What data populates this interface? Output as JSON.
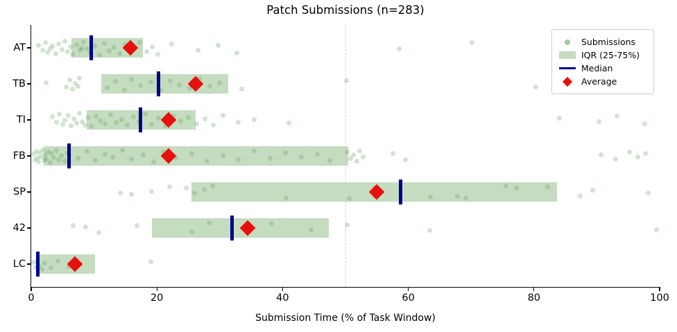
{
  "chart_data": {
    "type": "scatter",
    "subtype": "strip-plot-with-iqr",
    "title": "Patch Submissions (n=283)",
    "n": 283,
    "xlabel": "Submission Time (% of Task Window)",
    "ylabel": "",
    "xlim": [
      0,
      100
    ],
    "xticks": [
      0,
      20,
      40,
      60,
      80,
      100
    ],
    "grid": false,
    "reference_line_x": 50,
    "legend_position": "upper right",
    "categories": [
      "AT",
      "TB",
      "TI",
      "FB",
      "SP",
      "42",
      "LC"
    ],
    "legend": [
      {
        "label": "Submissions",
        "marker": "dot"
      },
      {
        "label": "IQR (25-75%)",
        "marker": "box"
      },
      {
        "label": "Median",
        "marker": "line"
      },
      {
        "label": "Average",
        "marker": "diamond"
      }
    ],
    "colors": {
      "submissions_dot": "#579e52",
      "iqr_fill": "#c5dcc0",
      "median": "#00008b",
      "average": "#e8100e",
      "reference_line": "#d2d2d2",
      "axis": "#000000",
      "background": "#ffffff"
    },
    "groups": [
      {
        "label": "AT",
        "iqr": [
          6.4,
          17.8
        ],
        "median": 9.5,
        "average": 15.8,
        "points": [
          [
            1.2,
            -4
          ],
          [
            1.8,
            3
          ],
          [
            2.3,
            -8
          ],
          [
            2.6,
            6
          ],
          [
            3.0,
            1
          ],
          [
            3.4,
            -3
          ],
          [
            3.9,
            8
          ],
          [
            4.4,
            -6
          ],
          [
            4.9,
            2
          ],
          [
            5.3,
            -10
          ],
          [
            5.8,
            5
          ],
          [
            6.2,
            -2
          ],
          [
            6.6,
            9
          ],
          [
            7.2,
            -5
          ],
          [
            7.8,
            3
          ],
          [
            8.0,
            0
          ],
          [
            8.3,
            -9
          ],
          [
            8.9,
            1
          ],
          [
            9.4,
            7
          ],
          [
            10.1,
            -3
          ],
          [
            10.9,
            10
          ],
          [
            11.6,
            -7
          ],
          [
            12.4,
            4
          ],
          [
            13.2,
            -1
          ],
          [
            14.1,
            8
          ],
          [
            15.0,
            -5
          ],
          [
            16.2,
            2
          ],
          [
            17.3,
            -8
          ],
          [
            18.4,
            5
          ],
          [
            19.3,
            -2
          ],
          [
            20.1,
            9
          ],
          [
            22.4,
            -6
          ],
          [
            26.5,
            3
          ],
          [
            29.8,
            -4
          ],
          [
            32.7,
            7
          ],
          [
            58.6,
            1
          ],
          [
            70.1,
            -8
          ],
          [
            90.2,
            6
          ],
          [
            97.5,
            -3
          ]
        ]
      },
      {
        "label": "TB",
        "iqr": [
          11.1,
          31.3
        ],
        "median": 20.3,
        "average": 26.2,
        "points": [
          [
            2.4,
            -2
          ],
          [
            5.6,
            4
          ],
          [
            6.1,
            -6
          ],
          [
            6.6,
            7
          ],
          [
            7.0,
            -1
          ],
          [
            7.4,
            3
          ],
          [
            7.7,
            -9
          ],
          [
            12.1,
            5
          ],
          [
            13.4,
            -4
          ],
          [
            14.8,
            8
          ],
          [
            16.0,
            -7
          ],
          [
            17.4,
            2
          ],
          [
            19.0,
            -3
          ],
          [
            20.6,
            9
          ],
          [
            22.1,
            -5
          ],
          [
            23.6,
            1
          ],
          [
            25.2,
            6
          ],
          [
            26.8,
            -8
          ],
          [
            28.4,
            3
          ],
          [
            30.0,
            -2
          ],
          [
            33.5,
            7
          ],
          [
            50.2,
            -5
          ],
          [
            80.3,
            4
          ],
          [
            90.8,
            -1
          ]
        ]
      },
      {
        "label": "TI",
        "iqr": [
          8.8,
          26.2
        ],
        "median": 17.4,
        "average": 21.8,
        "points": [
          [
            3.4,
            -5
          ],
          [
            4.0,
            3
          ],
          [
            4.5,
            -9
          ],
          [
            5.0,
            6
          ],
          [
            5.4,
            0
          ],
          [
            5.9,
            -7
          ],
          [
            6.3,
            8
          ],
          [
            6.8,
            -2
          ],
          [
            7.2,
            4
          ],
          [
            7.7,
            -10
          ],
          [
            8.1,
            2
          ],
          [
            8.5,
            7
          ],
          [
            9.0,
            -4
          ],
          [
            9.6,
            9
          ],
          [
            10.3,
            -6
          ],
          [
            11.0,
            1
          ],
          [
            11.8,
            5
          ],
          [
            12.6,
            -8
          ],
          [
            13.5,
            3
          ],
          [
            14.4,
            -1
          ],
          [
            15.3,
            7
          ],
          [
            16.3,
            -5
          ],
          [
            17.2,
            2
          ],
          [
            18.2,
            -9
          ],
          [
            19.2,
            6
          ],
          [
            20.3,
            -3
          ],
          [
            21.4,
            8
          ],
          [
            22.6,
            -6
          ],
          [
            23.8,
            1
          ],
          [
            25.0,
            -4
          ],
          [
            26.3,
            5
          ],
          [
            27.6,
            -2
          ],
          [
            29.0,
            7
          ],
          [
            30.5,
            -7
          ],
          [
            33.0,
            3
          ],
          [
            35.5,
            -1
          ],
          [
            41.0,
            4
          ],
          [
            84.0,
            -3
          ],
          [
            90.3,
            2
          ],
          [
            93.2,
            -6
          ],
          [
            97.6,
            5
          ]
        ]
      },
      {
        "label": "FB",
        "iqr": [
          2.0,
          50.4
        ],
        "median": 6.0,
        "average": 21.8,
        "points": [
          [
            0.4,
            -3
          ],
          [
            0.6,
            5
          ],
          [
            0.8,
            -7
          ],
          [
            1.0,
            2
          ],
          [
            1.2,
            8
          ],
          [
            1.4,
            -5
          ],
          [
            1.6,
            1
          ],
          [
            1.8,
            -9
          ],
          [
            2.0,
            6
          ],
          [
            2.2,
            -2
          ],
          [
            2.4,
            4
          ],
          [
            2.7,
            -6
          ],
          [
            3.0,
            9
          ],
          [
            3.3,
            -4
          ],
          [
            3.6,
            2
          ],
          [
            4.0,
            -8
          ],
          [
            4.4,
            5
          ],
          [
            4.8,
            -1
          ],
          [
            5.3,
            7
          ],
          [
            5.8,
            -5
          ],
          [
            7.5,
            3
          ],
          [
            8.9,
            -7
          ],
          [
            10.2,
            6
          ],
          [
            11.8,
            -3
          ],
          [
            13.0,
            1
          ],
          [
            14.5,
            -9
          ],
          [
            16.0,
            4
          ],
          [
            17.8,
            -2
          ],
          [
            19.5,
            8
          ],
          [
            21.0,
            -6
          ],
          [
            23.0,
            2
          ],
          [
            25.5,
            -4
          ],
          [
            28.0,
            7
          ],
          [
            30.5,
            -1
          ],
          [
            33.0,
            5
          ],
          [
            35.5,
            -8
          ],
          [
            38.0,
            3
          ],
          [
            40.5,
            -5
          ],
          [
            43.0,
            1
          ],
          [
            45.5,
            -3
          ],
          [
            47.5,
            6
          ],
          [
            50.3,
            -6
          ],
          [
            50.8,
            3
          ],
          [
            51.3,
            -2
          ],
          [
            51.8,
            7
          ],
          [
            52.3,
            -8
          ],
          [
            52.8,
            1
          ],
          [
            57.6,
            -4
          ],
          [
            59.5,
            5
          ],
          [
            90.7,
            -2
          ],
          [
            93.0,
            4
          ],
          [
            95.2,
            -6
          ],
          [
            96.5,
            1
          ],
          [
            97.7,
            -4
          ]
        ]
      },
      {
        "label": "SP",
        "iqr": [
          25.5,
          83.7
        ],
        "median": 58.8,
        "average": 55.0,
        "points": [
          [
            14.2,
            1
          ],
          [
            16.0,
            3
          ],
          [
            19.2,
            -1
          ],
          [
            22.0,
            -8
          ],
          [
            24.7,
            -6
          ],
          [
            26.0,
            1
          ],
          [
            27.5,
            -4
          ],
          [
            28.9,
            -9
          ],
          [
            40.6,
            8
          ],
          [
            50.6,
            9
          ],
          [
            63.5,
            7
          ],
          [
            67.8,
            6
          ],
          [
            69.1,
            8
          ],
          [
            75.5,
            -9
          ],
          [
            77.2,
            -6
          ],
          [
            82.2,
            -8
          ],
          [
            87.4,
            5
          ],
          [
            89.4,
            -3
          ],
          [
            98.2,
            1
          ]
        ]
      },
      {
        "label": "42",
        "iqr": [
          19.2,
          47.3
        ],
        "median": 31.9,
        "average": 34.4,
        "points": [
          [
            6.7,
            -4
          ],
          [
            8.7,
            -2
          ],
          [
            10.8,
            6
          ],
          [
            16.8,
            -4
          ],
          [
            25.6,
            5
          ],
          [
            28.3,
            -8
          ],
          [
            38.2,
            -7
          ],
          [
            44.5,
            2
          ],
          [
            50.3,
            -5
          ],
          [
            63.4,
            3
          ],
          [
            99.5,
            2
          ]
        ]
      },
      {
        "label": "LC",
        "iqr": [
          1.3,
          10.2
        ],
        "median": 1.0,
        "average": 7.0,
        "points": [
          [
            0.4,
            -3
          ],
          [
            0.7,
            4
          ],
          [
            1.0,
            -6
          ],
          [
            1.3,
            2
          ],
          [
            1.7,
            7
          ],
          [
            2.2,
            -2
          ],
          [
            3.1,
            5
          ],
          [
            4.3,
            -5
          ],
          [
            6.0,
            3
          ],
          [
            19.0,
            -4
          ]
        ]
      }
    ]
  }
}
